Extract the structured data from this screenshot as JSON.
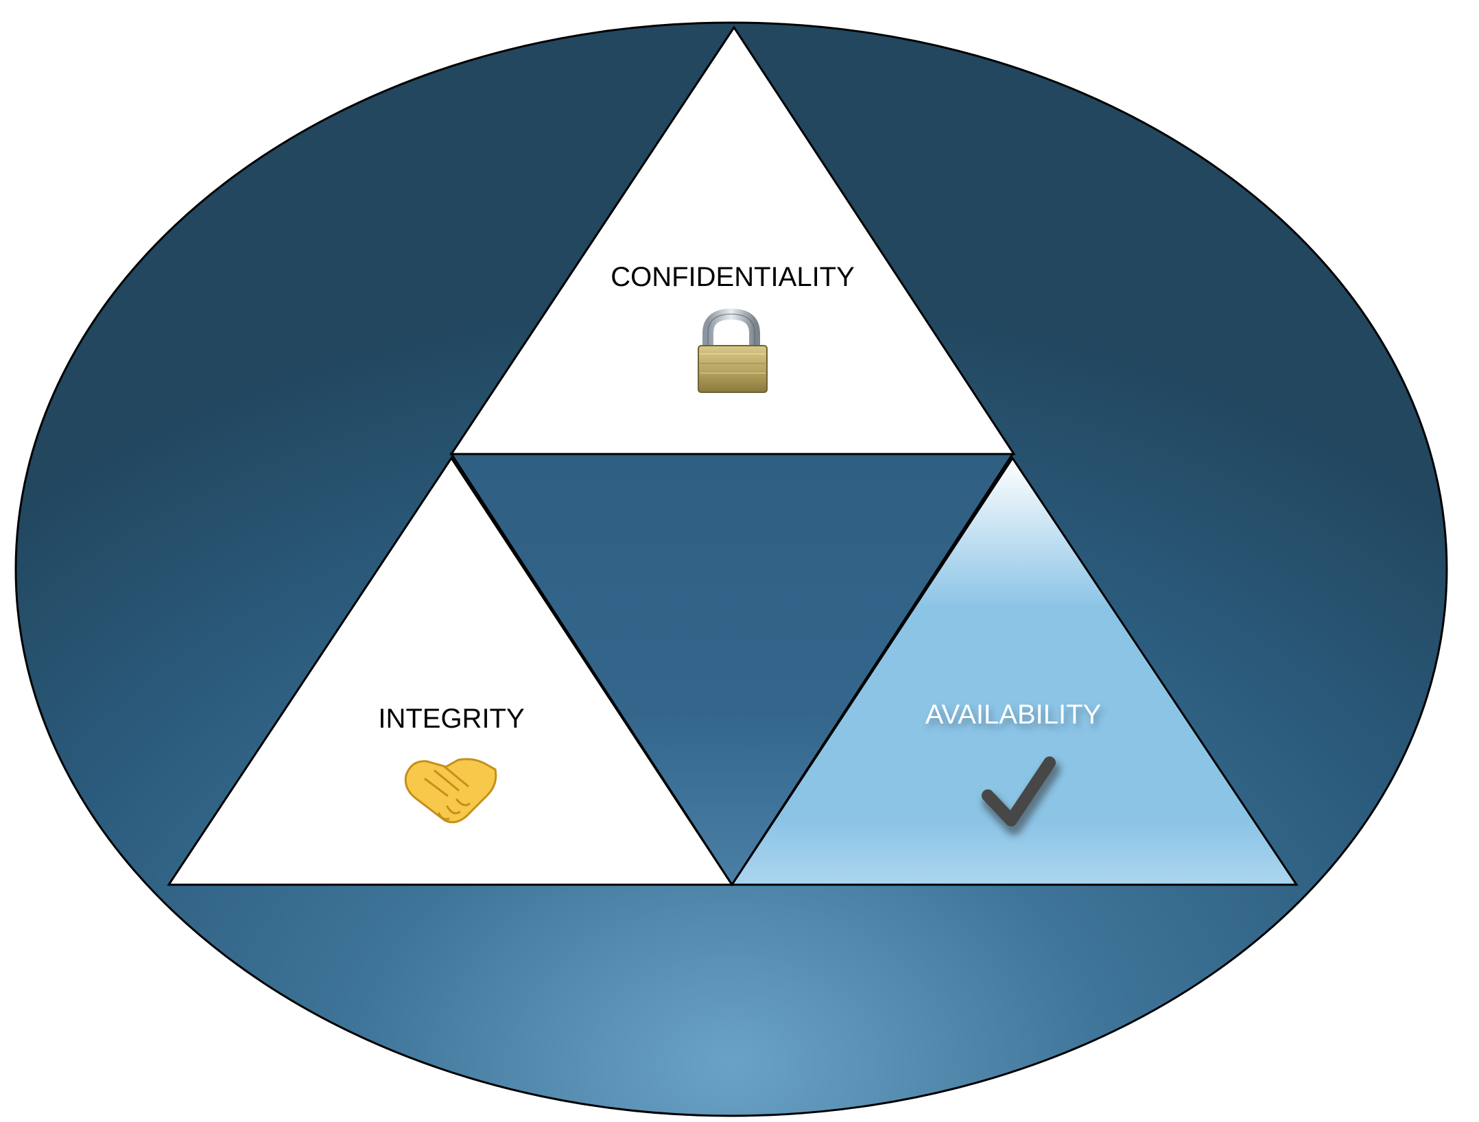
{
  "diagram": {
    "segments": [
      {
        "id": "confidentiality",
        "label": "CONFIDENTIALITY",
        "icon": "padlock-icon",
        "fill": "#ffffff",
        "text_color": "#000000"
      },
      {
        "id": "integrity",
        "label": "INTEGRITY",
        "icon": "handshake-icon",
        "fill": "#ffffff",
        "text_color": "#000000"
      },
      {
        "id": "availability",
        "label": "AVAILABILITY",
        "icon": "checkmark-icon",
        "fill": "#8cc4e6",
        "text_color": "#ffffff"
      }
    ],
    "colors": {
      "ellipse_dark": "#22475f",
      "ellipse_mid": "#2b5b7c",
      "ellipse_light": "#6aa2c6",
      "center_triangle": "#34668c",
      "outline": "#000000"
    }
  }
}
